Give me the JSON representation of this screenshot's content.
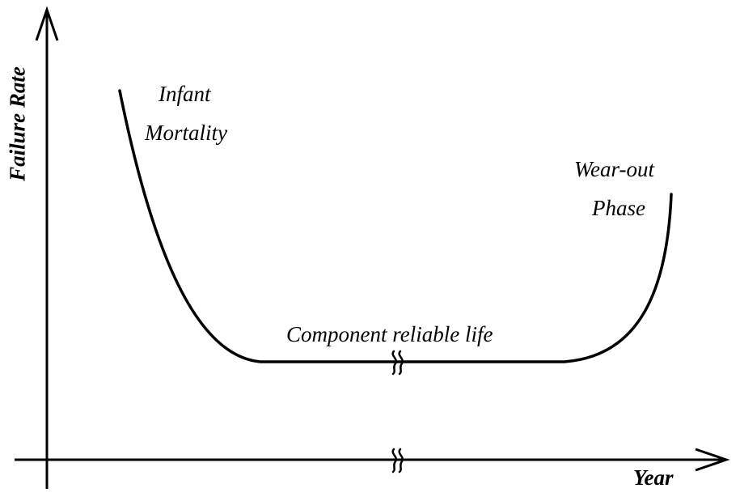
{
  "axes": {
    "x_label": "Year",
    "y_label": "Failure Rate"
  },
  "phases": {
    "infant_line1": "Infant",
    "infant_line2": "Mortality",
    "reliable": "Component reliable life",
    "wearout_line1": "Wear-out",
    "wearout_line2": "Phase"
  },
  "colors": {
    "ink": "#000000",
    "background": "#ffffff"
  }
}
